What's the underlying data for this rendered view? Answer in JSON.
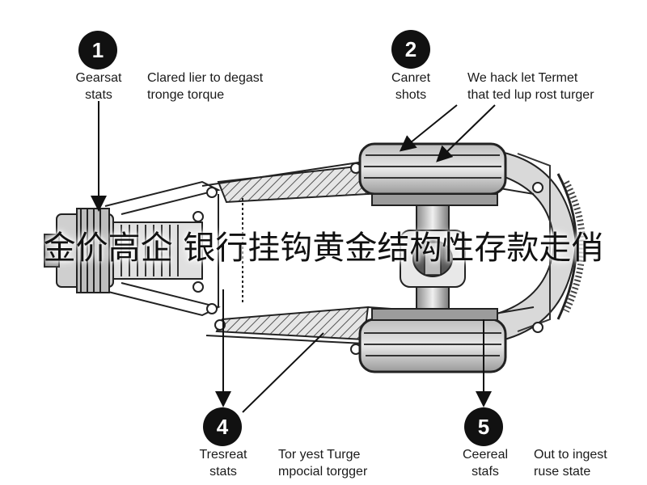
{
  "callouts": [
    {
      "number": "1",
      "label": [
        "Gearsat",
        "stats"
      ],
      "description": [
        "Clared lier to degast",
        "tronge torque"
      ]
    },
    {
      "number": "2",
      "label": [
        "Canret",
        "shots"
      ],
      "description": [
        "We hack let Termet",
        "that ted lup rost turger"
      ]
    },
    {
      "number": "4",
      "label": [
        "Tresreat",
        "stats"
      ],
      "description": [
        "Tor yest Turge",
        "mpocial torgger"
      ]
    },
    {
      "number": "5",
      "label": [
        "Ceereal",
        "stafs"
      ],
      "description": [
        "Out to ingest",
        "ruse state"
      ]
    }
  ],
  "overlay_text": "金价高企 银行挂钩黄金结构性存款走俏"
}
